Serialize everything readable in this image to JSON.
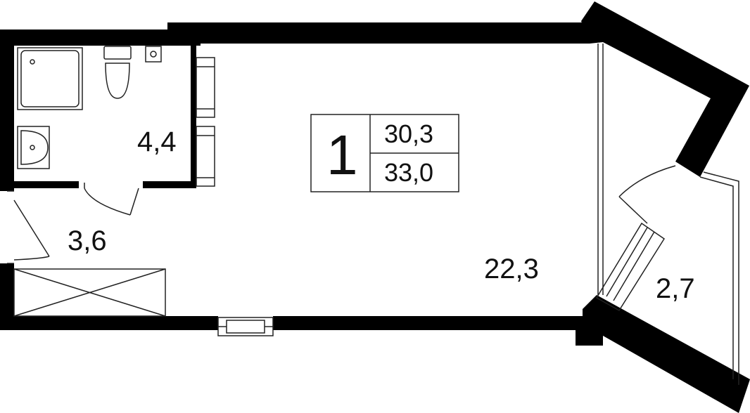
{
  "plan": {
    "rooms_count": "1",
    "living_area": "30,3",
    "total_area": "33,0",
    "areas": {
      "bathroom": "4,4",
      "hallway": "3,6",
      "living_room": "22,3",
      "balcony": "2,7"
    }
  },
  "colors": {
    "wall": "#000000",
    "line": "#222222",
    "background": "#ffffff"
  }
}
